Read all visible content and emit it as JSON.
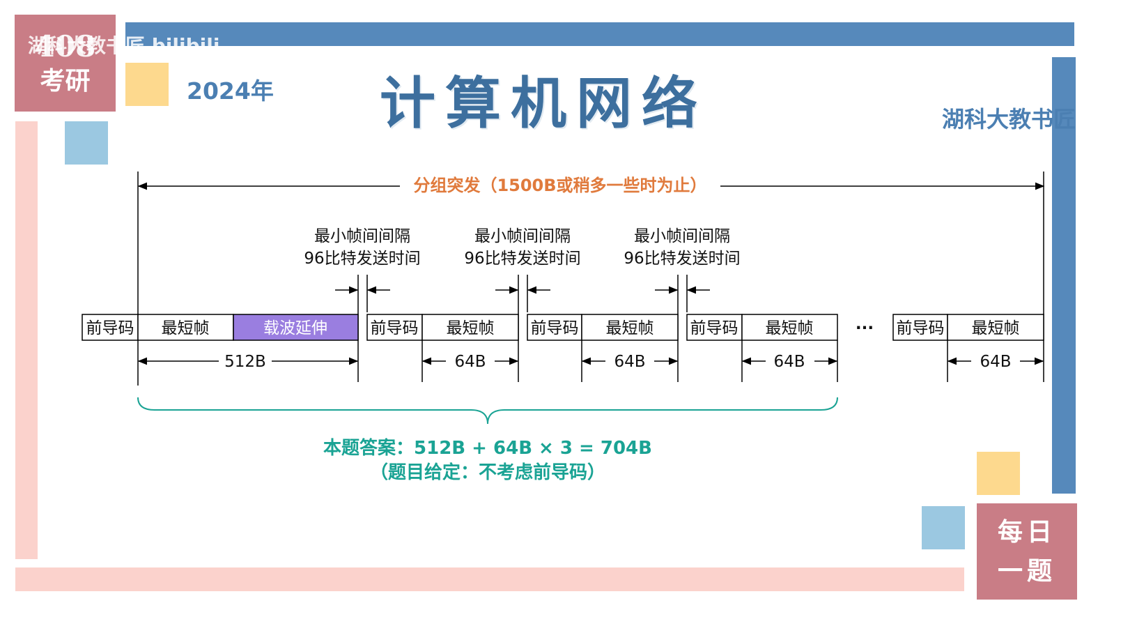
{
  "header": {
    "badge_top_line1": "408",
    "badge_top_line2": "考研",
    "year": "2024年",
    "title": "计算机网络",
    "author": "湖科大教书匠",
    "watermark": "湖科大教书匠 bilibili"
  },
  "badge_bottom": {
    "line1": "每日",
    "line2": "一题"
  },
  "diagram": {
    "burst_label": "分组突发（1500B或稍多一些时为止）",
    "gap_line1": "最小帧间间隔",
    "gap_line2": "96比特发送时间",
    "preamble": "前导码",
    "min_frame": "最短帧",
    "carrier_ext": "载波延伸",
    "ellipsis": "···",
    "first_size": "512B",
    "frame_size": "64B",
    "answer_line1": "本题答案：512B + 64B × 3 = 704B",
    "answer_line2": "（题目给定：不考虑前导码）"
  },
  "colors": {
    "blue_bar": "#5689bb",
    "pink_bar": "#fbd2cc",
    "badge": "#c97d86",
    "yellow": "#fdd98e",
    "light_blue": "#9bc8e1",
    "orange_text": "#e07a3c",
    "teal_text": "#1aa394",
    "carrier_fill": "#9a7ee0"
  }
}
